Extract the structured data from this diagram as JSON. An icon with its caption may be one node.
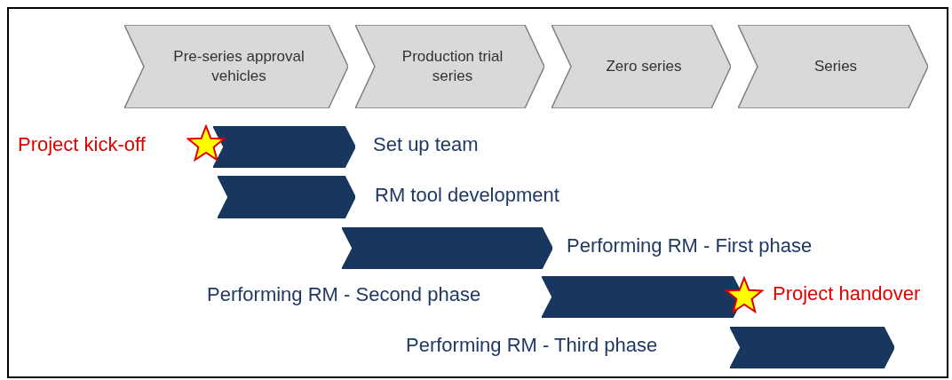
{
  "diagram": {
    "nodes": [
      {
        "text": [
          "Pre-series approval vehicles"
        ]
      },
      {
        "text": [
          "Production trial series"
        ]
      },
      {
        "text": [
          "Zero series"
        ]
      },
      {
        "text": [
          "Series"
        ]
      },
      {
        "text": [],
        "shape": "bar",
        "beside": [
          "Set up team"
        ]
      },
      {
        "text": [],
        "shape": "bar",
        "beside": [
          "RM tool development"
        ]
      },
      {
        "text": [],
        "shape": "bar",
        "beside": [
          "Performing RM - First phase"
        ]
      },
      {
        "text": [],
        "shape": "bar"
      },
      {
        "text": [],
        "shape": "bar"
      }
    ],
    "labels": [
      "Project kick-off",
      "Performing RM - Second phase",
      "Project handover",
      "Performing RM - Third phase"
    ]
  }
}
